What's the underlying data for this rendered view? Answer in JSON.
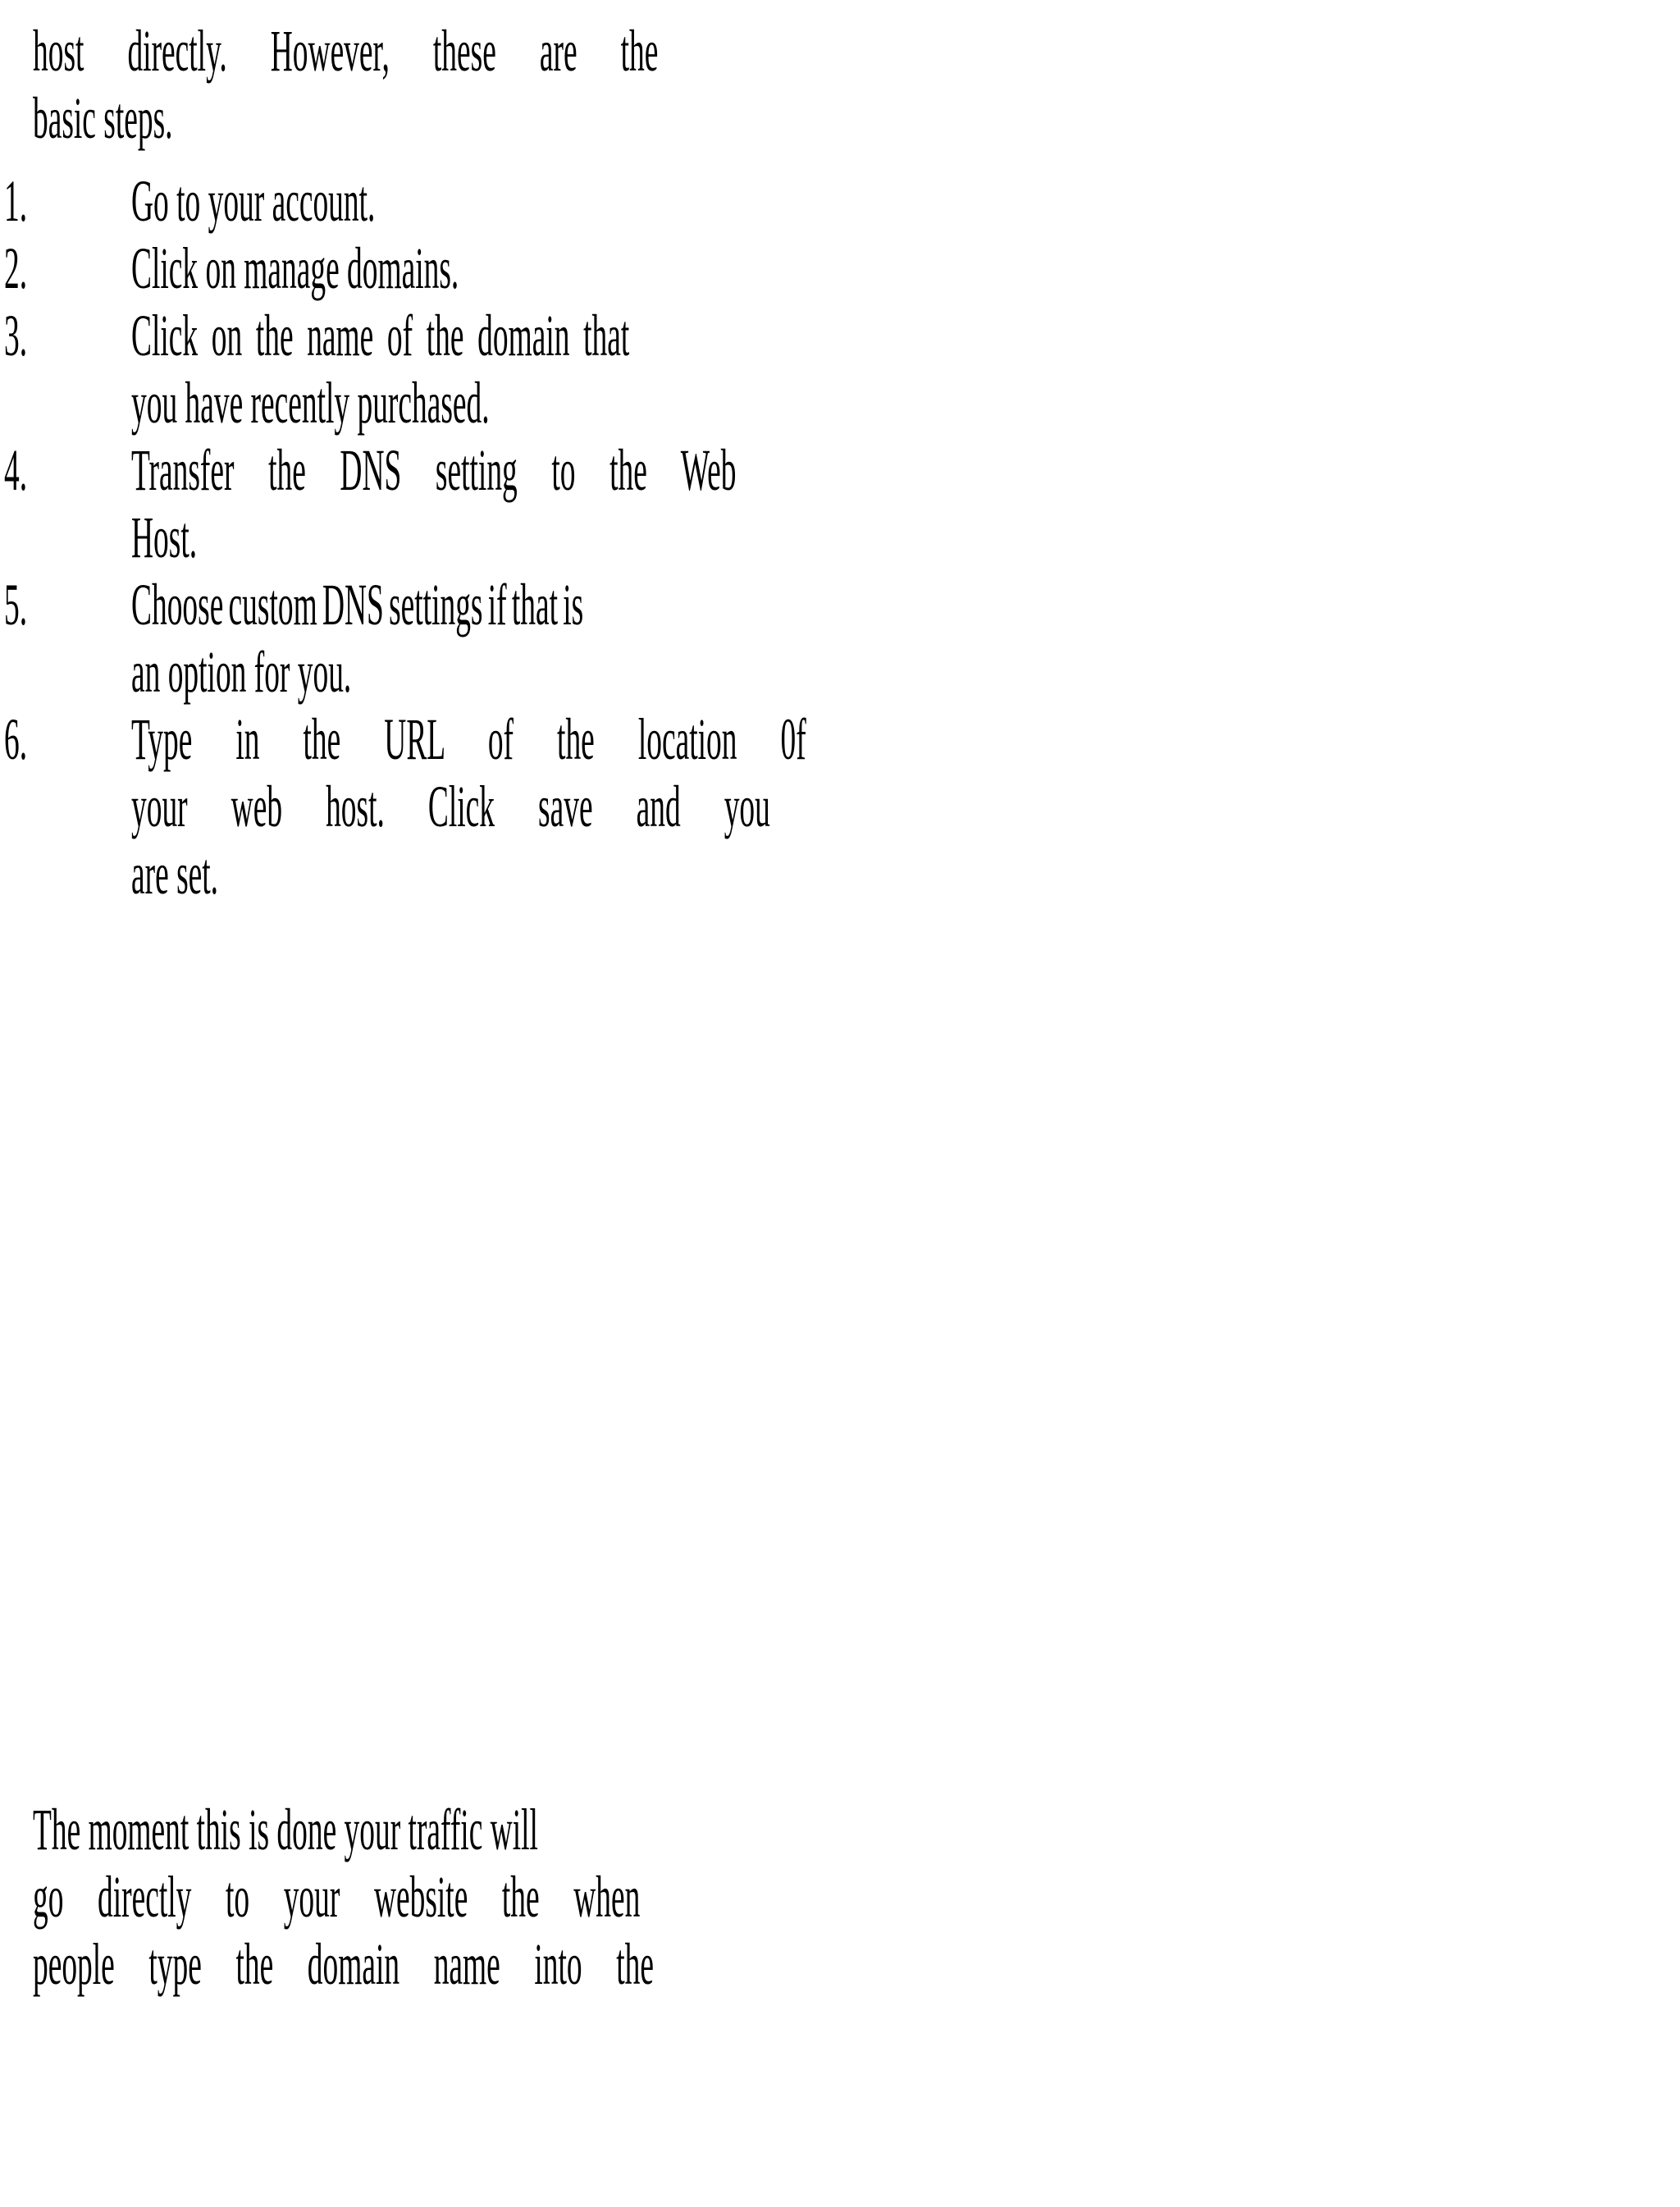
{
  "document": {
    "page_background": "#ffffff",
    "text_color": "#000000",
    "intro_paragraph": {
      "lines": [
        "host  directly.  However,  these  are  the",
        "basic steps."
      ]
    },
    "list": {
      "type": "ordered-decimal",
      "items": [
        {
          "marker": "1.",
          "lines": [
            "Go to your account."
          ]
        },
        {
          "marker": "2.",
          "lines": [
            "Click on manage domains."
          ]
        },
        {
          "marker": "3.",
          "lines": [
            "Click on the  name  of the  domain that",
            "you have recently purchased."
          ]
        },
        {
          "marker": "4.",
          "lines": [
            "Transfer  the  DNS  setting  to  the  Web",
            "Host."
          ]
        },
        {
          "marker": "5.",
          "lines": [
            "Choose custom DNS settings if that is",
            "an option for you."
          ]
        },
        {
          "marker": "6.",
          "lines": [
            "Type  in  the  URL  of  the  location  0f",
            "your  web  host.  Click  save  and  you",
            "are set."
          ]
        }
      ]
    },
    "outro_paragraph": {
      "lines": [
        "The moment this is done your traffic will",
        "go  directly  to  your  website  the  when",
        "people  type  the  domain  name  into  the"
      ]
    }
  }
}
